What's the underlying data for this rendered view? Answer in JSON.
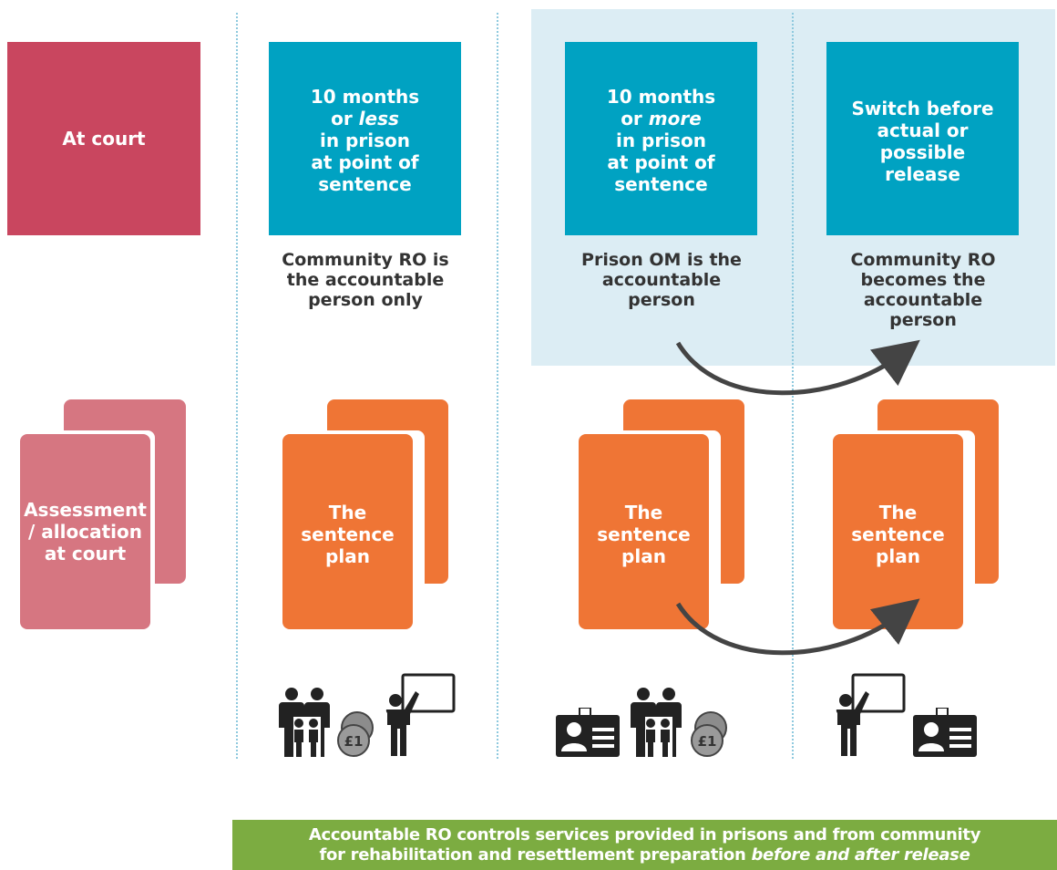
{
  "colors": {
    "court_red": "#c9465f",
    "court_card": "#d67681",
    "teal": "#00a2c2",
    "orange": "#ef7535",
    "shade": "#dcedf4",
    "green": "#7cac41",
    "arrow": "#444444",
    "icon_gray": "#222222"
  },
  "at_court": {
    "label": "At court"
  },
  "col2": {
    "box": [
      "10 months",
      "or less",
      "in prison",
      "at point of",
      "sentence"
    ],
    "caption": [
      "Community RO is",
      "the accountable",
      "person only"
    ]
  },
  "col3": {
    "box": [
      "10 months",
      "or more",
      "in prison",
      "at point of",
      "sentence"
    ],
    "caption": [
      "Prison OM is the",
      "accountable",
      "person"
    ]
  },
  "col4": {
    "box": [
      "Switch before",
      "actual or",
      "possible",
      "release"
    ],
    "caption": [
      "Community RO",
      "becomes the",
      "accountable",
      "person"
    ]
  },
  "assessment_card": [
    "Assessment",
    "/ allocation",
    "at court"
  ],
  "plan_card": [
    "The",
    "sentence",
    "plan"
  ],
  "icons": {
    "col2": [
      "family-icon",
      "coins-icon",
      "teacher-icon"
    ],
    "col3": [
      "id-card-icon",
      "family-icon",
      "coins-icon"
    ],
    "col4": [
      "teacher-icon",
      "id-card-icon"
    ],
    "coin_symbol": "£1"
  },
  "banner": {
    "line1": "Accountable RO controls services provided in prisons and from community",
    "line2_prefix": "for rehabilitation and resettlement preparation ",
    "line2_emphasis": "before and after release"
  }
}
